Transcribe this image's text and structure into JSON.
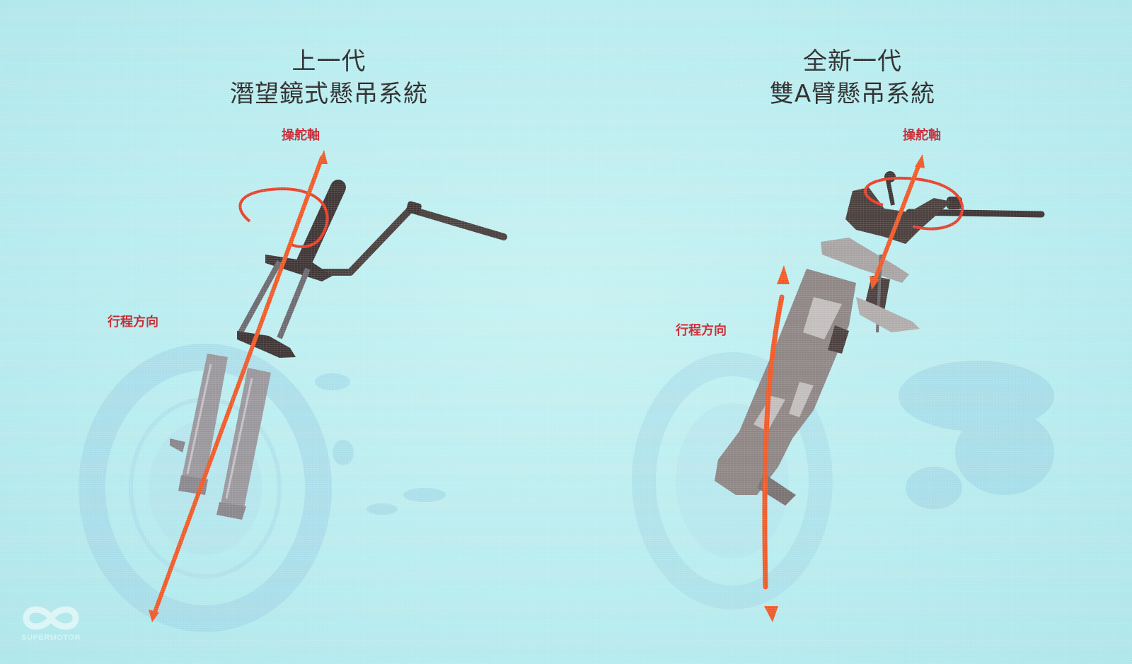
{
  "slide": {
    "background_color": "#b9ecef",
    "accent_color": "#f05a28",
    "label_color": "#c8242f",
    "title_color": "#2b2b2b"
  },
  "left_panel": {
    "title_line1": "上一代",
    "title_line2": "潛望鏡式懸吊系統",
    "steering_axis_label": "操舵軸",
    "travel_direction_label": "行程方向",
    "illustration": "telescopic-fork-front-suspension"
  },
  "right_panel": {
    "title_line1": "全新一代",
    "title_line2": "雙A臂懸吊系統",
    "steering_axis_label": "操舵軸",
    "travel_direction_label": "行程方向",
    "illustration": "double-a-arm-front-suspension"
  },
  "watermark": {
    "icon": "infinity-icon",
    "text": "SUPERMOTOR"
  }
}
